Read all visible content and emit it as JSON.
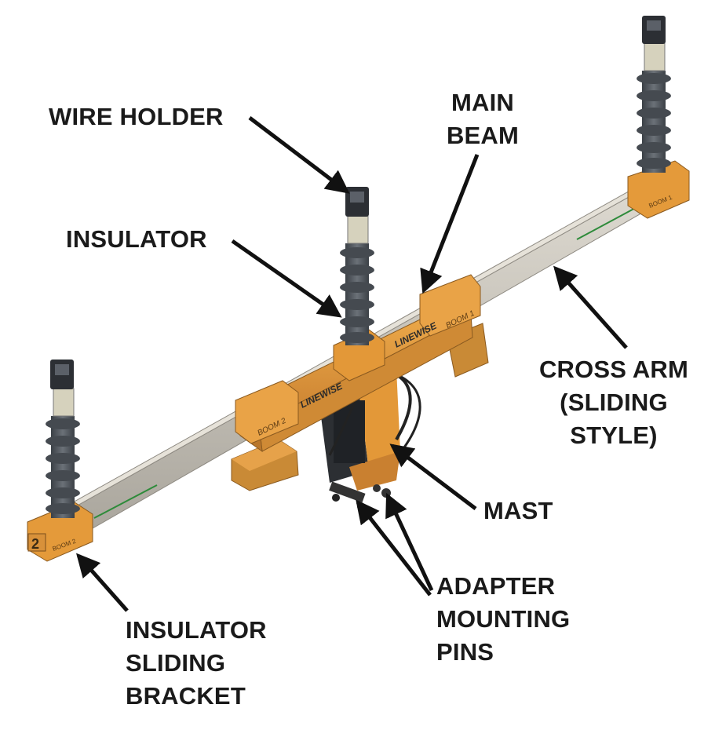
{
  "colors": {
    "beam_orange": "#e49a3a",
    "beam_orange_dark": "#b8732a",
    "insulator_gray": "#4f555c",
    "cross_arm_concrete": "#c9c6bd",
    "arrow_black": "#111111",
    "text": "#1a1a1a"
  },
  "labels": {
    "wire_holder": "WIRE HOLDER",
    "main_beam": [
      "MAIN",
      "BEAM"
    ],
    "insulator": "INSULATOR",
    "cross_arm": [
      "CROSS ARM",
      "(SLIDING",
      "STYLE)"
    ],
    "mast": "MAST",
    "adapter_pins": [
      "ADAPTER",
      "MOUNTING",
      "PINS"
    ],
    "sliding_bracket": [
      "INSULATOR",
      "SLIDING",
      "BRACKET"
    ]
  },
  "markings": {
    "brand_front": "LINEWISE",
    "brand_rear": "LINEWISE",
    "boom_left": "BOOM 2",
    "boom_right": "BOOM 1",
    "boom_end_left": "BOOM 2",
    "boom_end_right": "BOOM 1",
    "bracket_number": "2"
  }
}
